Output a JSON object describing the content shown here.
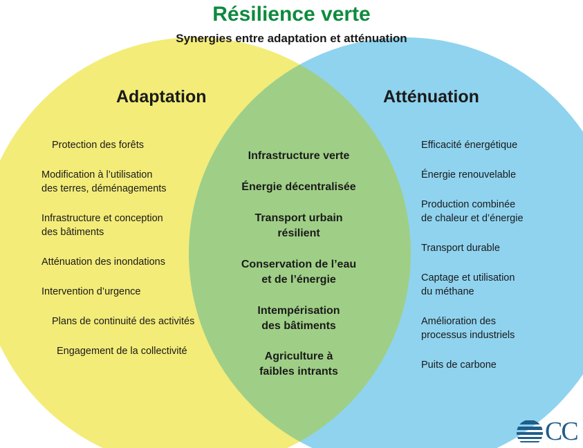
{
  "title": "Résilience verte",
  "subtitle": "Synergies entre adaptation et atténuation",
  "colors": {
    "title": "#0e8a3e",
    "adaptation_circle": "#f3ec78",
    "mitigation_circle": "#8fd3ef",
    "overlap": "#9fcf86",
    "logo": "#1f5d8c"
  },
  "adaptation": {
    "title": "Adaptation",
    "items": [
      "Protection des forêts",
      "Modification à l’utilisation\ndes terres, déménagements",
      "Infrastructure et conception\ndes bâtiments",
      "Atténuation des inondations",
      "Intervention d’urgence",
      "Plans de continuité des activités",
      "Engagement de la collectivité"
    ]
  },
  "mitigation": {
    "title": "Atténuation",
    "items": [
      "Efficacité énergétique",
      "Énergie renouvelable",
      "Production combinée\nde chaleur et d’énergie",
      "Transport durable",
      "Captage et utilisation\ndu méthane",
      "Amélioration des\nprocessus industriels",
      "Puits de carbone"
    ]
  },
  "common": {
    "items": [
      "Infrastructure verte",
      "Énergie décentralisée",
      "Transport urbain\nrésilient",
      "Conservation de l’eau\net de l’énergie",
      "Intempérisation\ndes bâtiments",
      "Agriculture à\nfaibles intrants"
    ]
  },
  "logo": {
    "icon": "wave-globe-icon",
    "text": "CC"
  }
}
